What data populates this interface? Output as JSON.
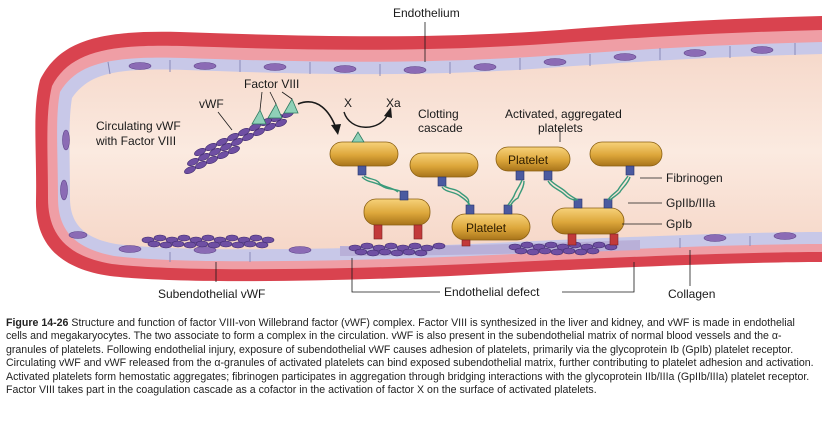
{
  "labels": {
    "endothelium": "Endothelium",
    "factor_viii": "Factor VIII",
    "vwf": "vWF",
    "circulating_line1": "Circulating vWF",
    "circulating_line2": "with Factor VIII",
    "x": "X",
    "xa": "Xa",
    "clotting_line1": "Clotting",
    "clotting_line2": "cascade",
    "activated_line1": "Activated, aggregated",
    "activated_line2": "platelets",
    "platelet": "Platelet",
    "fibrinogen": "Fibrinogen",
    "gp2b3a": "GpIIb/IIIa",
    "gp1b": "GpIb",
    "subendothelial_vwf": "Subendothelial vWF",
    "endothelial_defect": "Endothelial defect",
    "collagen": "Collagen"
  },
  "caption": {
    "figure_id": "Figure 14-26",
    "lines": [
      "Structure and function of factor VIII-von Willebrand factor (vWF) complex. Factor VIII is synthesized in the liver and kidney, and vWF is made in",
      "endothelial cells and megakaryocytes. The two associate to form a complex in the circulation. vWF is also present in the subendothelial matrix of normal blood",
      "vessels and the α-granules of platelets. Following endothelial injury, exposure of subendothelial vWF causes adhesion of platelets, primarily via the glycoprotein",
      "Ib (GpIb) platelet receptor. Circulating vWF and vWF released from the α-granules of activated platelets can bind exposed subendothelial matrix, further",
      "contributing to platelet adhesion and activation. Activated platelets form hemostatic aggregates; fibrinogen participates in aggregation through bridging",
      "interactions with the glycoprotein IIb/IIIa (GpIIb/IIIa) platelet receptor. Factor VIII takes part in the coagulation cascade as a cofactor in the activation of factor",
      "X on the surface of activated platelets."
    ]
  },
  "colors": {
    "lumen": "#f9e3d6",
    "vessel_outer": "#d9434f",
    "vessel_mid": "#f0a6a6",
    "endothelium": "#c9c9e6",
    "nucleus": "#8b6bb5",
    "platelet": "#d9a02a",
    "vwf_strand": "#6f4fa3",
    "receptor_red": "#c23a3a",
    "receptor_blue": "#4b5aa0",
    "fibrinogen": "#3a9a7a",
    "factor_viii": "#8fd1b8"
  }
}
